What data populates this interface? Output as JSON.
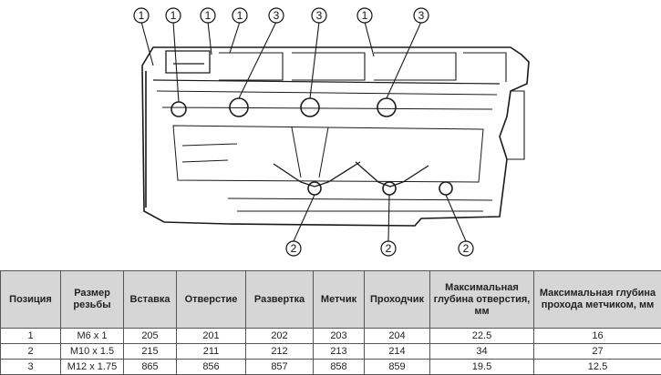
{
  "callouts": {
    "top": [
      "1",
      "1",
      "1",
      "1",
      "3",
      "3",
      "1",
      "3"
    ],
    "bottom": [
      "2",
      "2",
      "2"
    ]
  },
  "table": {
    "headers": [
      "Позиция",
      "Размер резьбы",
      "Вставка",
      "Отверстие",
      "Развертка",
      "Метчик",
      "Проходчик",
      "Максимальная глубина отверстия, мм",
      "Максимальная глубина прохода метчиком, мм"
    ],
    "rows": [
      [
        "1",
        "M6 x 1",
        "205",
        "201",
        "202",
        "203",
        "204",
        "22.5",
        "16"
      ],
      [
        "2",
        "M10 x 1.5",
        "215",
        "211",
        "212",
        "213",
        "214",
        "34",
        "27"
      ],
      [
        "3",
        "M12 x 1.75",
        "865",
        "856",
        "857",
        "858",
        "859",
        "19.5",
        "12.5"
      ]
    ]
  }
}
